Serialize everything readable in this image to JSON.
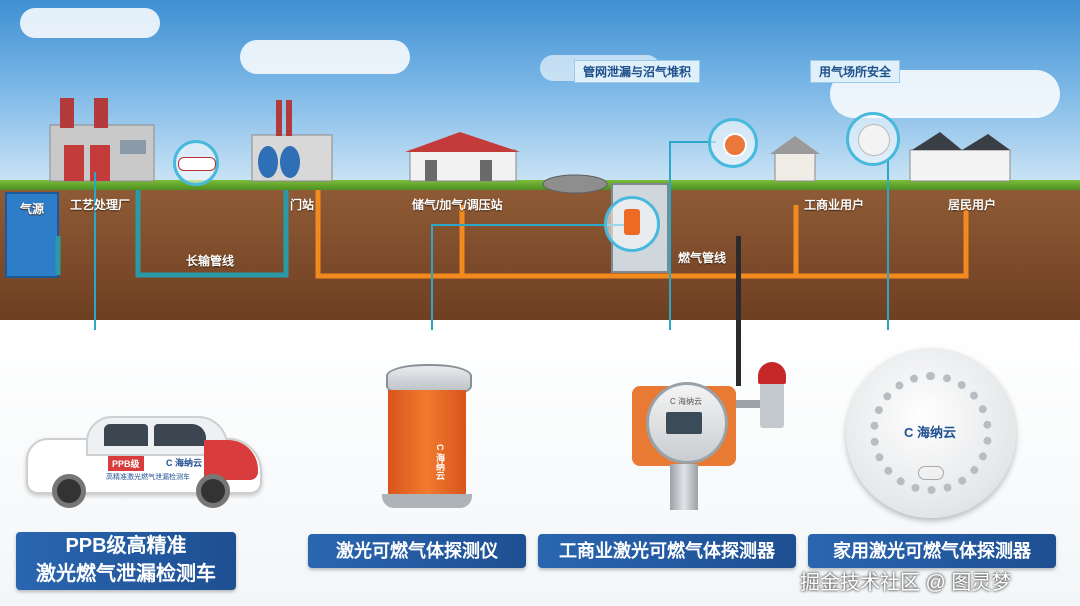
{
  "colors": {
    "pipe_orange": "#f28a1e",
    "pipe_teal": "#2a9aa8",
    "label_blue": "#1e4f92",
    "line_blue": "#2aa7c9"
  },
  "top_tags": {
    "pipeline_leak": "管网泄漏与沼气堆积",
    "gas_site_safety": "用气场所安全"
  },
  "underground_labels": {
    "gas_source": "气源",
    "process_plant": "工艺处理厂",
    "long_pipeline": "长输管线",
    "gate_station": "门站",
    "storage_station": "储气/加气/调压站",
    "gas_pipeline": "燃气管线",
    "commercial_users": "工商业用户",
    "residential_users": "居民用户"
  },
  "products": {
    "vehicle": {
      "line1": "PPB级高精准",
      "line2": "激光燃气泄漏检测车",
      "car_badge": "PPB级",
      "car_brand": "C 海纳云",
      "car_text": "高精准激光燃气泄漏检测车"
    },
    "instrument": {
      "label": "激光可燃气体探测仪",
      "brand": "C 海纳云"
    },
    "industrial": {
      "label": "工商业激光可燃气体探测器",
      "brand": "C 海纳云"
    },
    "household": {
      "label": "家用激光可燃气体探测器",
      "brand": "C 海纳云"
    }
  },
  "watermark": "掘金技术社区 @ 图灵梦"
}
